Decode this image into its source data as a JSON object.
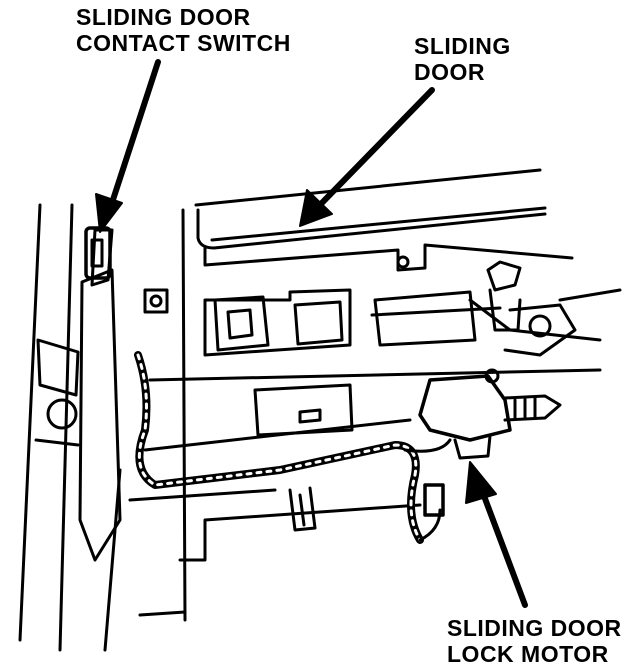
{
  "labels": {
    "contact_switch": [
      "SLIDING DOOR",
      "CONTACT SWITCH"
    ],
    "door": [
      "SLIDING",
      "DOOR"
    ],
    "lock_motor": [
      "SLIDING DOOR",
      "LOCK MOTOR"
    ]
  },
  "colors": {
    "ink": "#000000",
    "paper": "#ffffff"
  }
}
